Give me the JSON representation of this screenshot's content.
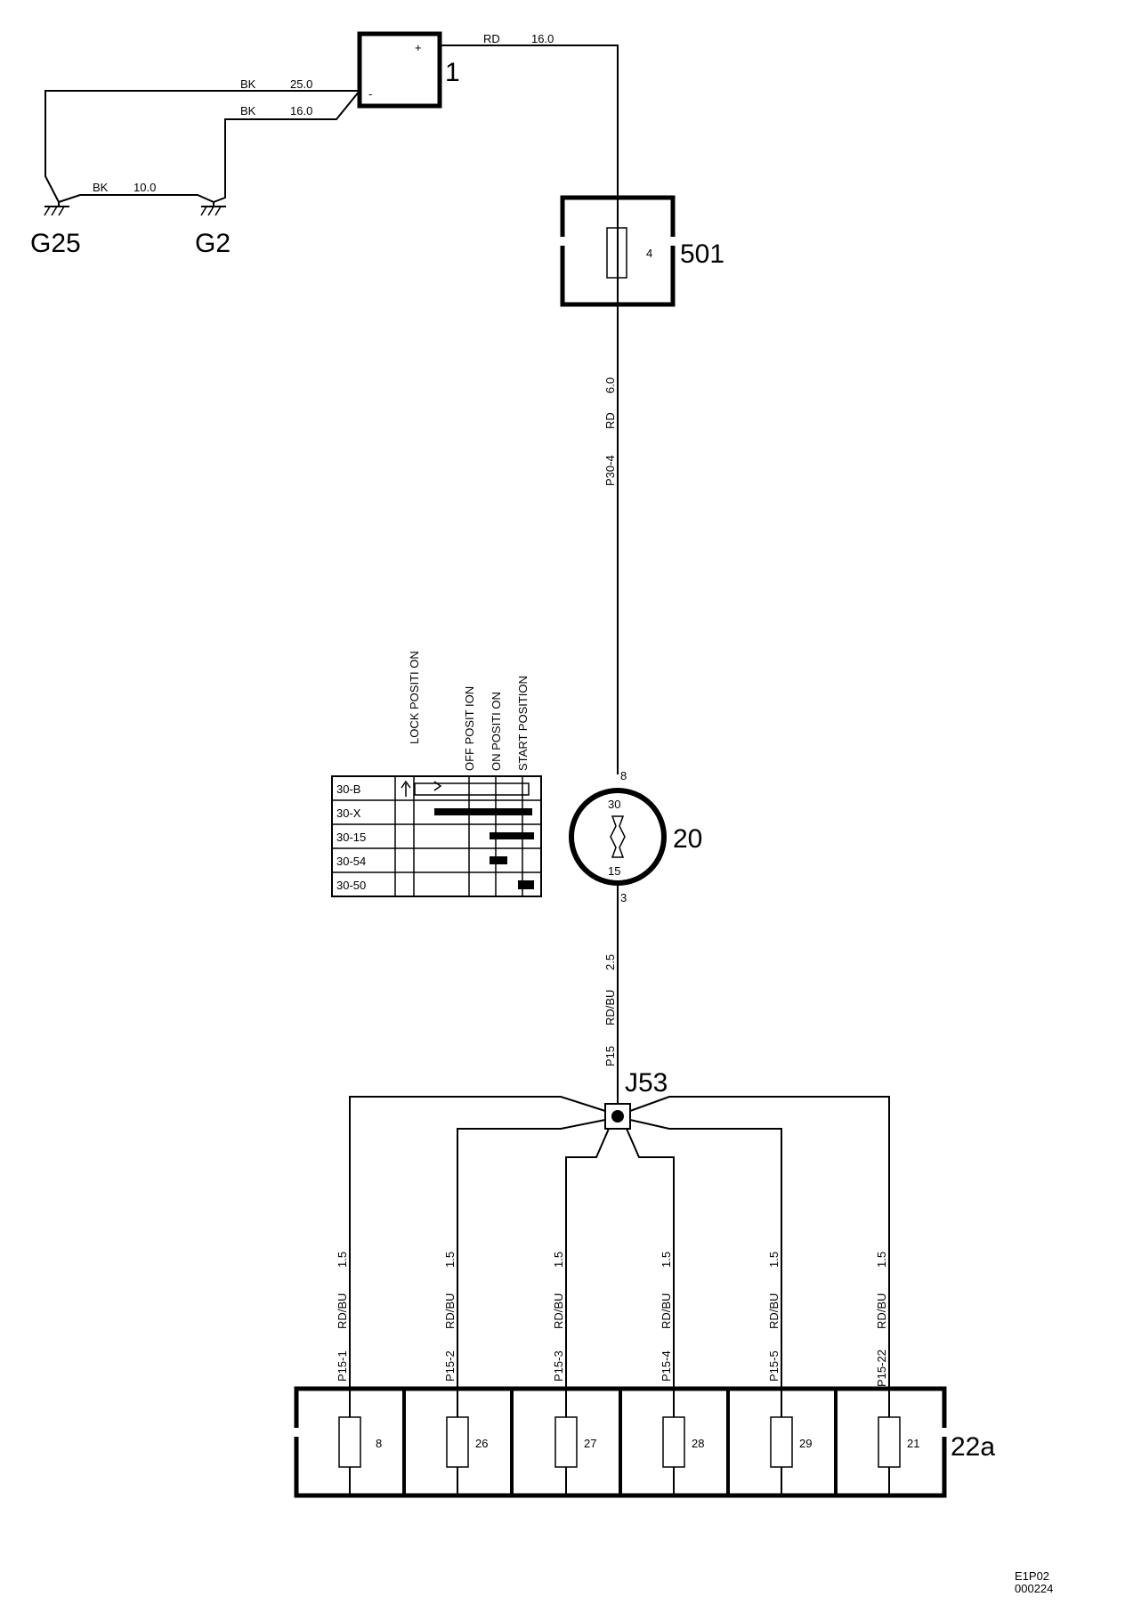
{
  "battery": {
    "id": "1",
    "plus": "+",
    "minus": "-"
  },
  "grounds": {
    "g25": "G25",
    "g2": "G2"
  },
  "wires": {
    "bat_plus_color": "RD",
    "bat_plus_size": "16.0",
    "bat_minus_g25_color": "BK",
    "bat_minus_g25_size": "25.0",
    "bat_minus_g2_color": "BK",
    "bat_minus_g2_size": "16.0",
    "g25_g2_color": "BK",
    "g25_g2_size": "10.0",
    "fuse_to_switch_size": "6.0",
    "fuse_to_switch_color": "RD",
    "fuse_to_switch_id": "P30-4",
    "switch_to_splice_size": "2.5",
    "switch_to_splice_color": "RD/BU",
    "switch_to_splice_id": "P15"
  },
  "fuse_box_501": {
    "id": "501",
    "fuse": "4"
  },
  "ignition_switch": {
    "id": "20",
    "pin_in": "8",
    "pin_out": "3",
    "terminal_in": "30",
    "terminal_out": "15"
  },
  "switch_table": {
    "headers": [
      "LOCK POSITI ON",
      "OFF POSIT ION",
      "ON POSITI ON",
      "START POSITION"
    ],
    "rows": [
      "30-B",
      "30-X",
      "30-15",
      "30-54",
      "30-50"
    ]
  },
  "splice": {
    "id": "J53"
  },
  "branches": [
    {
      "circuit": "P15-1",
      "color": "RD/BU",
      "size": "1.5",
      "fuse": "8"
    },
    {
      "circuit": "P15-2",
      "color": "RD/BU",
      "size": "1.5",
      "fuse": "26"
    },
    {
      "circuit": "P15-3",
      "color": "RD/BU",
      "size": "1.5",
      "fuse": "27"
    },
    {
      "circuit": "P15-4",
      "color": "RD/BU",
      "size": "1.5",
      "fuse": "28"
    },
    {
      "circuit": "P15-5",
      "color": "RD/BU",
      "size": "1.5",
      "fuse": "29"
    },
    {
      "circuit": "P15-22",
      "color": "RD/BU",
      "size": "1.5",
      "fuse": "21"
    }
  ],
  "fuse_box_22a": {
    "id": "22a"
  },
  "footer": {
    "line1": "E1P02",
    "line2": "000224"
  }
}
